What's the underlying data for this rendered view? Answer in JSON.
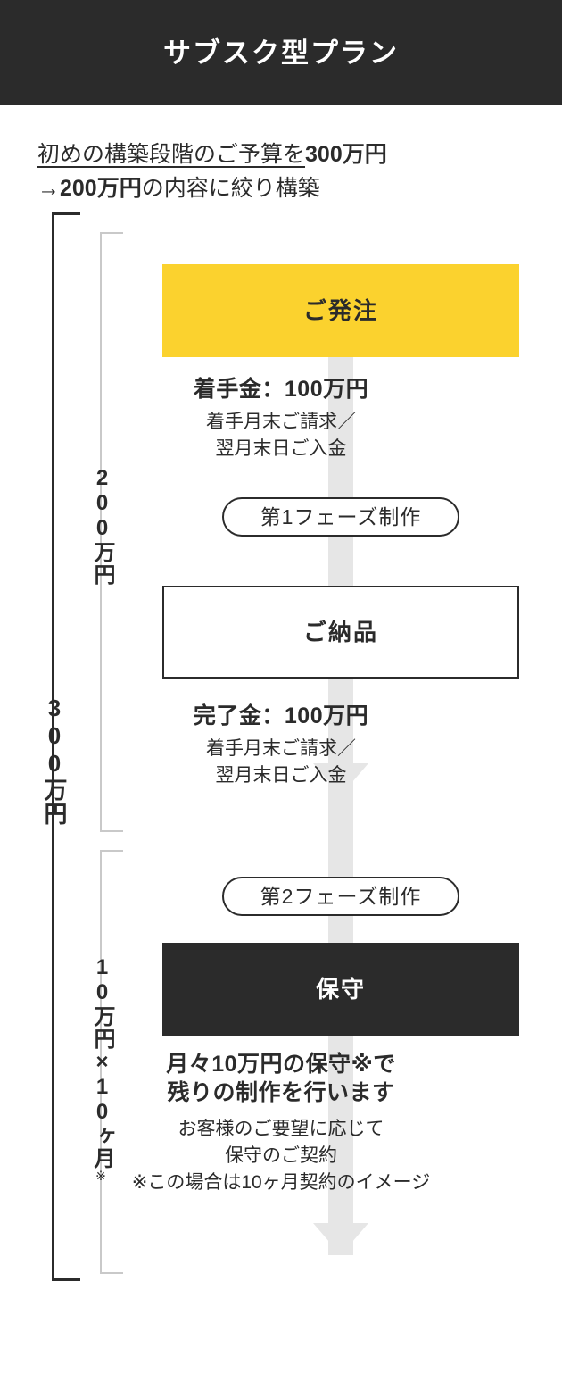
{
  "header": {
    "title": "サブスク型プラン"
  },
  "intro": {
    "line1_underlined": "初めの構築段階のご予算を",
    "line1_bold": "300万円",
    "line2_arrow": "→",
    "line2_bold": "200万円",
    "line2_rest": "の内容に絞り構築"
  },
  "brackets": {
    "total": "300万円",
    "initial": "200万円",
    "monthly": "10万円×10ヶ月",
    "monthly_mark": "※"
  },
  "flow": {
    "box_order": "ご発注",
    "box_delivery": "ご納品",
    "box_maintenance": "保守",
    "pill_phase1": "第1フェーズ制作",
    "pill_phase2": "第2フェーズ制作",
    "payment_1": {
      "headline": "着手金：100万円",
      "sub_line1": "着手月末ご請求／",
      "sub_line2": "翌月末日ご入金"
    },
    "payment_2": {
      "headline": "完了金：100万円",
      "sub_line1": "着手月末ご請求／",
      "sub_line2": "翌月末日ご入金"
    },
    "maintenance_note": {
      "headline_line1": "月々10万円の保守※で",
      "headline_line2": "残りの制作を行います",
      "sub_line1": "お客様のご要望に応じて",
      "sub_line2": "保守のご契約",
      "sub_line3": "※この場合は10ヶ月契約のイメージ"
    }
  },
  "colors": {
    "dark": "#2b2b2b",
    "accent_yellow": "#fbd22e",
    "arrow_gray": "#e6e6e6",
    "bracket_gray": "#c9c9c9"
  }
}
